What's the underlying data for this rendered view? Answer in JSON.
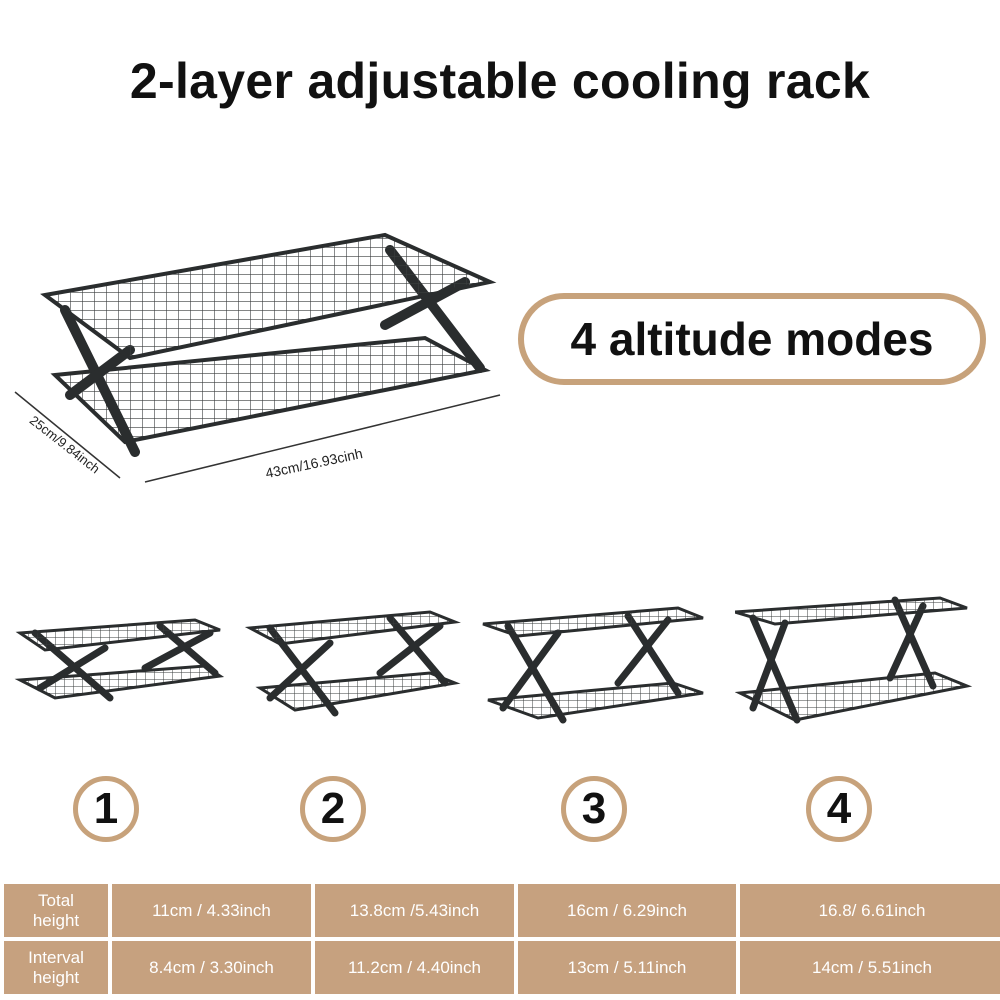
{
  "title": "2-layer adjustable cooling rack",
  "badge": "4 altitude modes",
  "dimensions": {
    "width": "43cm/16.93cinh",
    "depth": "25cm/9.84inch"
  },
  "modes": [
    "1",
    "2",
    "3",
    "4"
  ],
  "table": {
    "rows": [
      {
        "label_top": "Total",
        "label_bottom": "height",
        "values": [
          "11cm / 4.33inch",
          "13.8cm /5.43inch",
          "16cm / 6.29inch",
          "16.8/ 6.61inch"
        ]
      },
      {
        "label_top": "Interval",
        "label_bottom": "height",
        "values": [
          "8.4cm / 3.30inch",
          "11.2cm / 4.40inch",
          "13cm / 5.11inch",
          "14cm / 5.51inch"
        ]
      }
    ]
  },
  "colors": {
    "accent": "#c7a27b",
    "table_fill": "#c6a17f",
    "rack": "#2a2d2e"
  }
}
